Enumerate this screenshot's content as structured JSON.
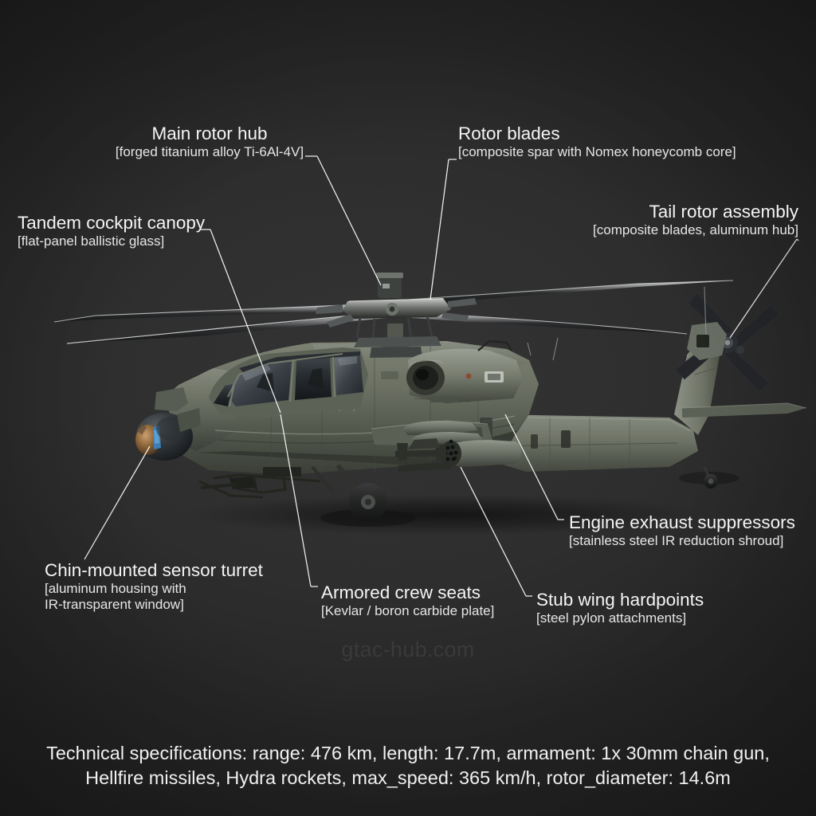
{
  "meta": {
    "background_color": "#2a2a2a",
    "label_color": "#f2f2f2",
    "watermark_color": "#3a3a3a",
    "subject": "attack-helicopter-technical-diagram"
  },
  "watermark": {
    "text": "gtac-hub.com"
  },
  "callouts": [
    {
      "id": "main-rotor-hub",
      "title": "Main rotor hub",
      "spec": "[forged titanium alloy Ti-6Al-4V]"
    },
    {
      "id": "rotor-blades",
      "title": "Rotor blades",
      "spec": "[composite spar with Nomex honeycomb core]"
    },
    {
      "id": "tail-rotor-assembly",
      "title": "Tail rotor assembly",
      "spec": "[composite blades, aluminum hub]"
    },
    {
      "id": "cockpit-canopy",
      "title": "Tandem cockpit canopy",
      "spec": "[flat-panel ballistic glass]"
    },
    {
      "id": "sensor-turret",
      "title": "Chin-mounted sensor turret",
      "spec": "[aluminum housing with",
      "spec2": "IR-transparent window]"
    },
    {
      "id": "crew-seats",
      "title": "Armored crew seats",
      "spec": "[Kevlar / boron carbide plate]"
    },
    {
      "id": "stub-wing",
      "title": "Stub wing hardpoints",
      "spec": "[steel pylon attachments]"
    },
    {
      "id": "engine-exhaust",
      "title": "Engine exhaust suppressors",
      "spec": "[stainless steel IR reduction shroud]"
    }
  ],
  "specifications": {
    "line1": "Technical specifications: range: 476 km, length: 17.7m, armament: 1x 30mm chain gun,",
    "line2": "Hellfire missiles, Hydra rockets, max_speed: 365 km/h, rotor_diameter: 14.6m",
    "values": {
      "range": "476 km",
      "length": "17.7m",
      "armament": "1x 30mm chain gun, Hellfire missiles, Hydra rockets",
      "max_speed": "365 km/h",
      "rotor_diameter": "14.6m"
    }
  }
}
